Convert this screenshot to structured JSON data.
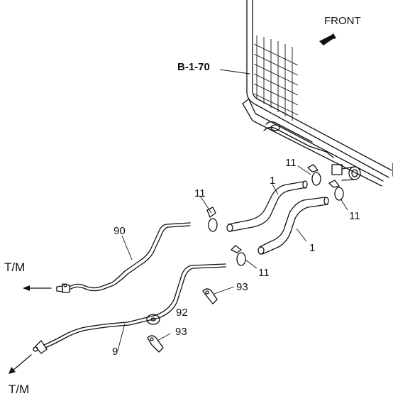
{
  "diagram": {
    "front_label": "FRONT",
    "ref_label": "B-1-70",
    "tm_top": "T/M",
    "tm_bottom": "T/M",
    "callouts": {
      "c11a": "11",
      "c11b": "11",
      "c11c": "11",
      "c11d": "11",
      "c1a": "1",
      "c1b": "1",
      "c90": "90",
      "c93a": "93",
      "c93b": "93",
      "c92": "92",
      "c9": "9"
    }
  }
}
